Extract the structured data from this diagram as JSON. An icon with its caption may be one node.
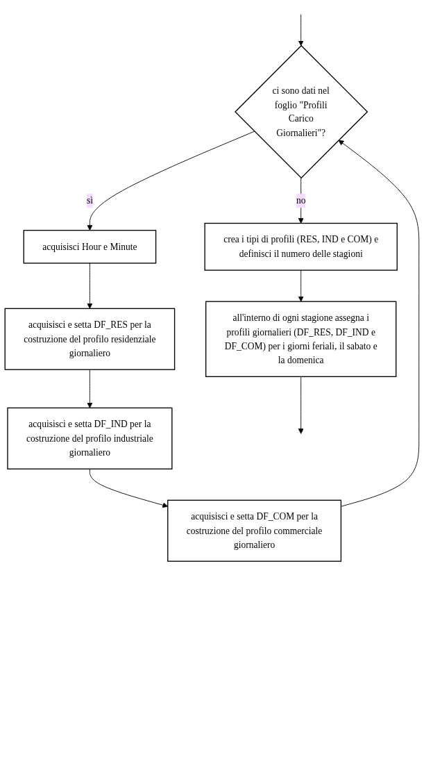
{
  "diagram": {
    "nodes": [
      {
        "text": [
          "ci sono dati nel foglio \"Profili Carico Giornalieri\"?"
        ]
      },
      {
        "text": [
          "acquisisci Hour e Minute"
        ]
      },
      {
        "text": [
          "acquisisci e setta DF_RES per la costruzione del profilo residenziale giornaliero"
        ]
      },
      {
        "text": [
          "acquisisci e setta DF_IND per la costruzione del profilo industriale giornaliero"
        ]
      },
      {
        "text": [
          "acquisisci e setta DF_COM per la costruzione del profilo commerciale giornaliero"
        ]
      },
      {
        "text": [
          "crea i tipi di profili (RES, IND e COM) e definisci il numero delle stagioni"
        ]
      },
      {
        "text": [
          "all'interno di ogni stagione assegna i profili giornalieri (DF_RES, DF_IND e DF_COM) per i giorni feriali, il sabato e la domenica"
        ]
      }
    ],
    "edges": [
      {
        "from": null,
        "to": 0,
        "arrow": "to"
      },
      {
        "from": 0,
        "to": 1,
        "arrow": "to",
        "label": "sì"
      },
      {
        "from": 1,
        "to": 2,
        "arrow": "to"
      },
      {
        "from": 2,
        "to": 3,
        "arrow": "to"
      },
      {
        "from": 3,
        "to": 4,
        "arrow": "to"
      },
      {
        "from": 4,
        "to": 0,
        "arrow": "to"
      },
      {
        "from": 0,
        "to": 5,
        "arrow": "to",
        "label": "no"
      },
      {
        "from": 5,
        "to": 6,
        "arrow": "to"
      },
      {
        "from": 6,
        "to": null,
        "arrow": "to"
      }
    ]
  }
}
